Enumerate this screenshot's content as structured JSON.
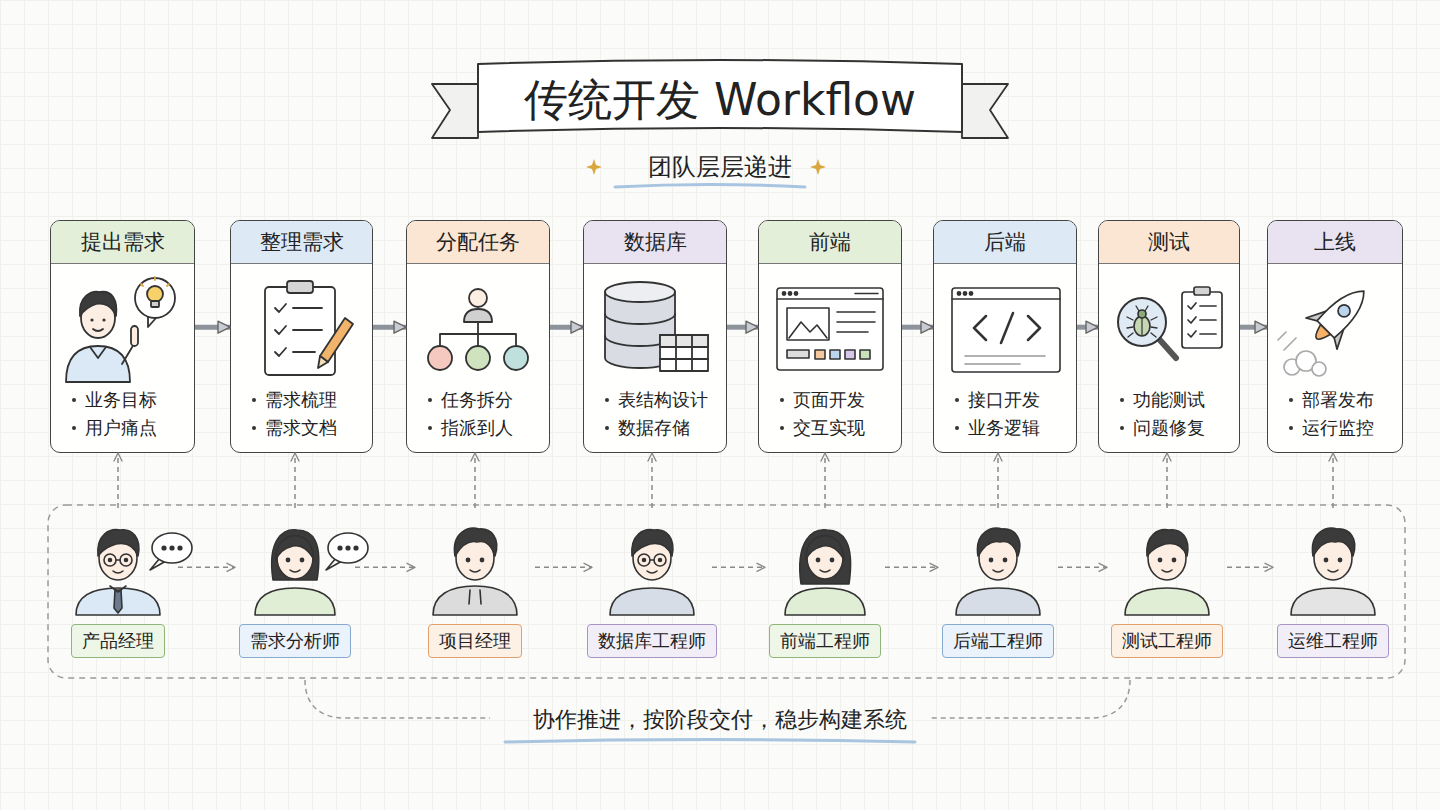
{
  "diagram": {
    "title": "传统开发 Workflow",
    "caption": "协作推进，按阶段交付，稳步构建系统",
    "nodes": [
      {
        "text": [
          "提出需求",
          "业务目标",
          "用户痛点"
        ]
      },
      {
        "text": [
          "整理需求",
          "需求梳理",
          "需求文档"
        ]
      },
      {
        "text": [
          "分配任务",
          "任务拆分",
          "指派到人"
        ]
      },
      {
        "text": [
          "数据库",
          "表结构设计",
          "数据存储"
        ]
      },
      {
        "text": [
          "前端",
          "页面开发",
          "交互实现"
        ]
      },
      {
        "text": [
          "后端",
          "接口开发",
          "业务逻辑"
        ]
      },
      {
        "text": [
          "测试",
          "功能测试",
          "问题修复"
        ]
      },
      {
        "text": [
          "上线",
          "部署发布",
          "运行监控"
        ]
      },
      {
        "text": [
          "产品经理"
        ]
      },
      {
        "text": [
          "需求分析师"
        ]
      },
      {
        "text": [
          "项目经理"
        ]
      },
      {
        "text": [
          "数据库工程师"
        ]
      },
      {
        "text": [
          "前端工程师"
        ]
      },
      {
        "text": [
          "后端工程师"
        ]
      },
      {
        "text": [
          "测试工程师"
        ]
      },
      {
        "text": [
          "运维工程师"
        ]
      }
    ],
    "edges": [
      {
        "from": 0,
        "to": 1,
        "arrow": "to"
      },
      {
        "from": 1,
        "to": 2,
        "arrow": "to"
      },
      {
        "from": 2,
        "to": 3,
        "arrow": "to"
      },
      {
        "from": 3,
        "to": 4,
        "arrow": "to"
      },
      {
        "from": 4,
        "to": 5,
        "arrow": "to"
      },
      {
        "from": 5,
        "to": 6,
        "arrow": "to"
      },
      {
        "from": 6,
        "to": 7,
        "arrow": "to"
      },
      {
        "from": 8,
        "to": 0,
        "arrow": "to"
      },
      {
        "from": 9,
        "to": 1,
        "arrow": "to"
      },
      {
        "from": 10,
        "to": 2,
        "arrow": "to"
      },
      {
        "from": 11,
        "to": 3,
        "arrow": "to"
      },
      {
        "from": 12,
        "to": 4,
        "arrow": "to"
      },
      {
        "from": 13,
        "to": 5,
        "arrow": "to"
      },
      {
        "from": 14,
        "to": 6,
        "arrow": "to"
      },
      {
        "from": 15,
        "to": 7,
        "arrow": "to"
      },
      {
        "from": 8,
        "to": 9,
        "arrow": "to"
      },
      {
        "from": 9,
        "to": 10,
        "arrow": "to"
      },
      {
        "from": 10,
        "to": 11,
        "arrow": "to"
      },
      {
        "from": 11,
        "to": 12,
        "arrow": "to"
      },
      {
        "from": 12,
        "to": 13,
        "arrow": "to"
      },
      {
        "from": 13,
        "to": 14,
        "arrow": "to"
      },
      {
        "from": 14,
        "to": 15,
        "arrow": "to"
      }
    ],
    "labels": [
      "团队层层递进"
    ]
  }
}
